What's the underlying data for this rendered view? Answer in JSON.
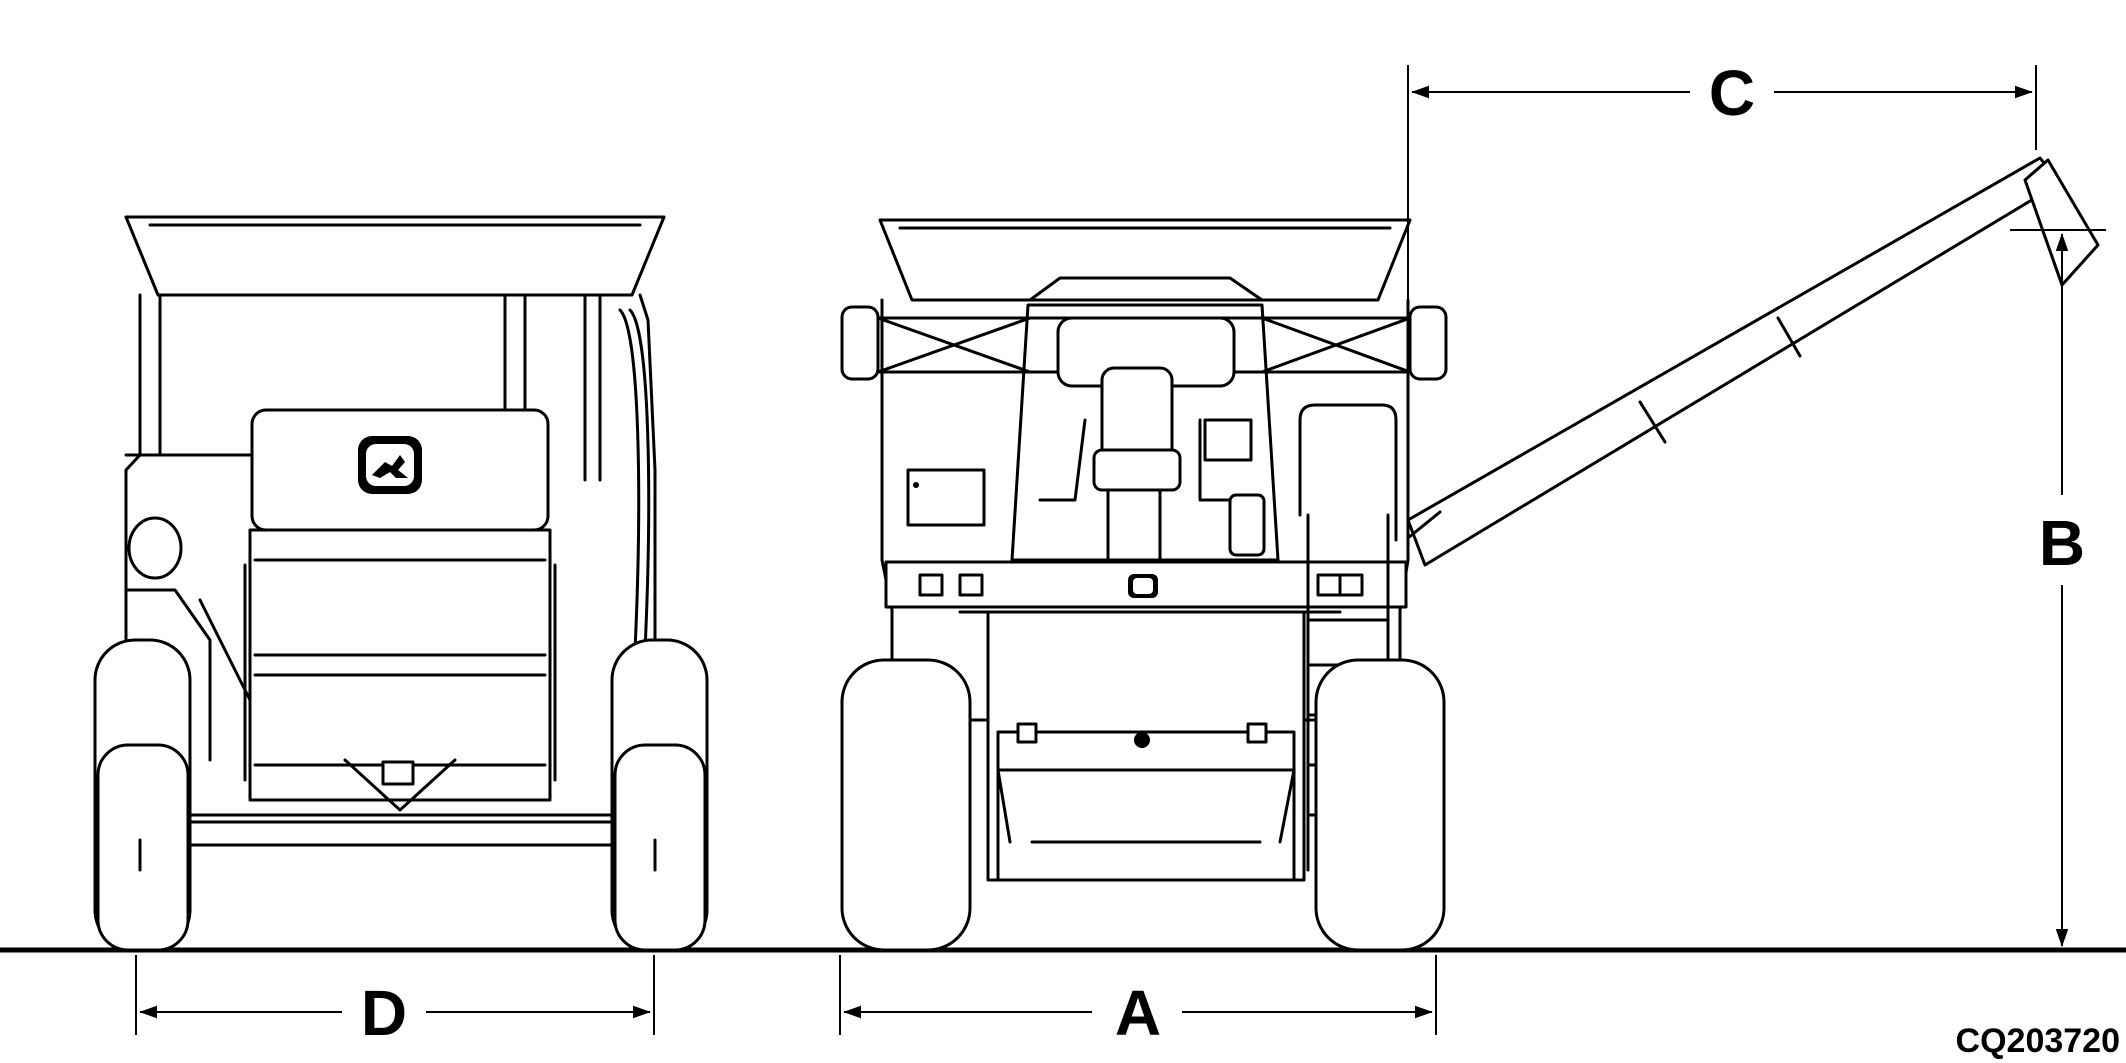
{
  "dimensions": {
    "a": "A",
    "b": "B",
    "c": "C",
    "d": "D"
  },
  "figure_id": "CQ203720"
}
